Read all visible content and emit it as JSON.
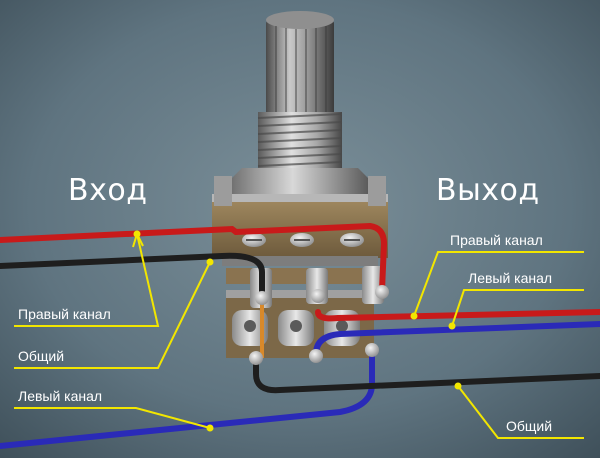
{
  "headings": {
    "input": "Вход",
    "output": "Выход"
  },
  "labels": {
    "left_right_channel": "Правый канал",
    "left_common": "Общий",
    "left_left_channel": "Левый канал",
    "right_right_channel": "Правый канал",
    "right_left_channel": "Левый канал",
    "right_common": "Общий"
  },
  "colors": {
    "background": "#5f7480",
    "wire_red": "#c81a1a",
    "wire_blue": "#2a2ab8",
    "wire_black": "#1e1e1e",
    "leader_yellow": "#f2e600",
    "heading_text": "#ffffff",
    "label_text": "#ffffff"
  }
}
